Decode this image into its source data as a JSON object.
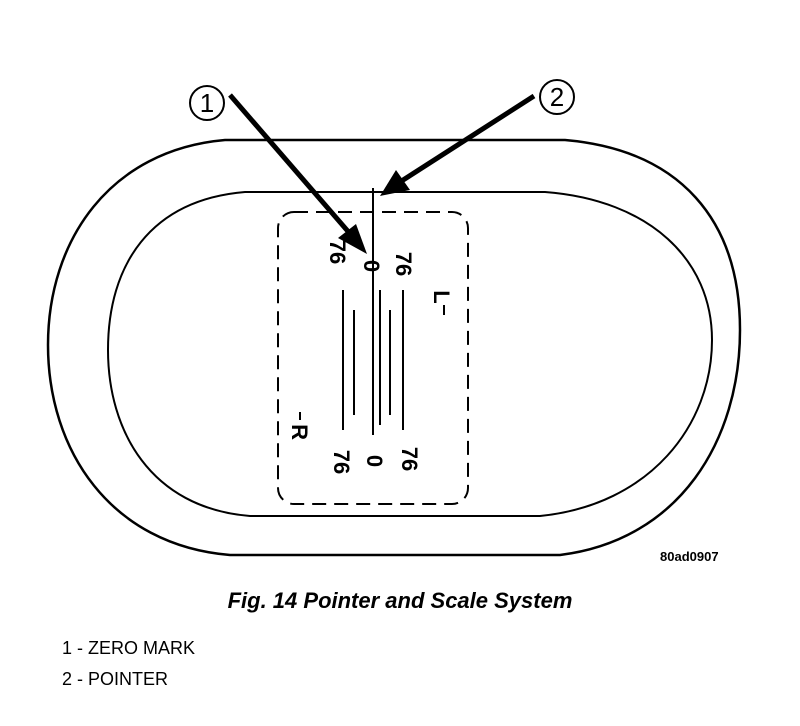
{
  "callouts": [
    {
      "number": "1"
    },
    {
      "number": "2"
    }
  ],
  "scale": {
    "top_left": "76",
    "top_center": "0",
    "top_right": "76",
    "bottom_left": "76",
    "bottom_center": "0",
    "bottom_right": "76",
    "side_right_label": "L",
    "side_left_label": "R"
  },
  "figure_code": "80ad0907",
  "caption": "Fig. 14 Pointer and Scale System",
  "legend": [
    {
      "text": "1 - ZERO MARK"
    },
    {
      "text": "2 - POINTER"
    }
  ]
}
